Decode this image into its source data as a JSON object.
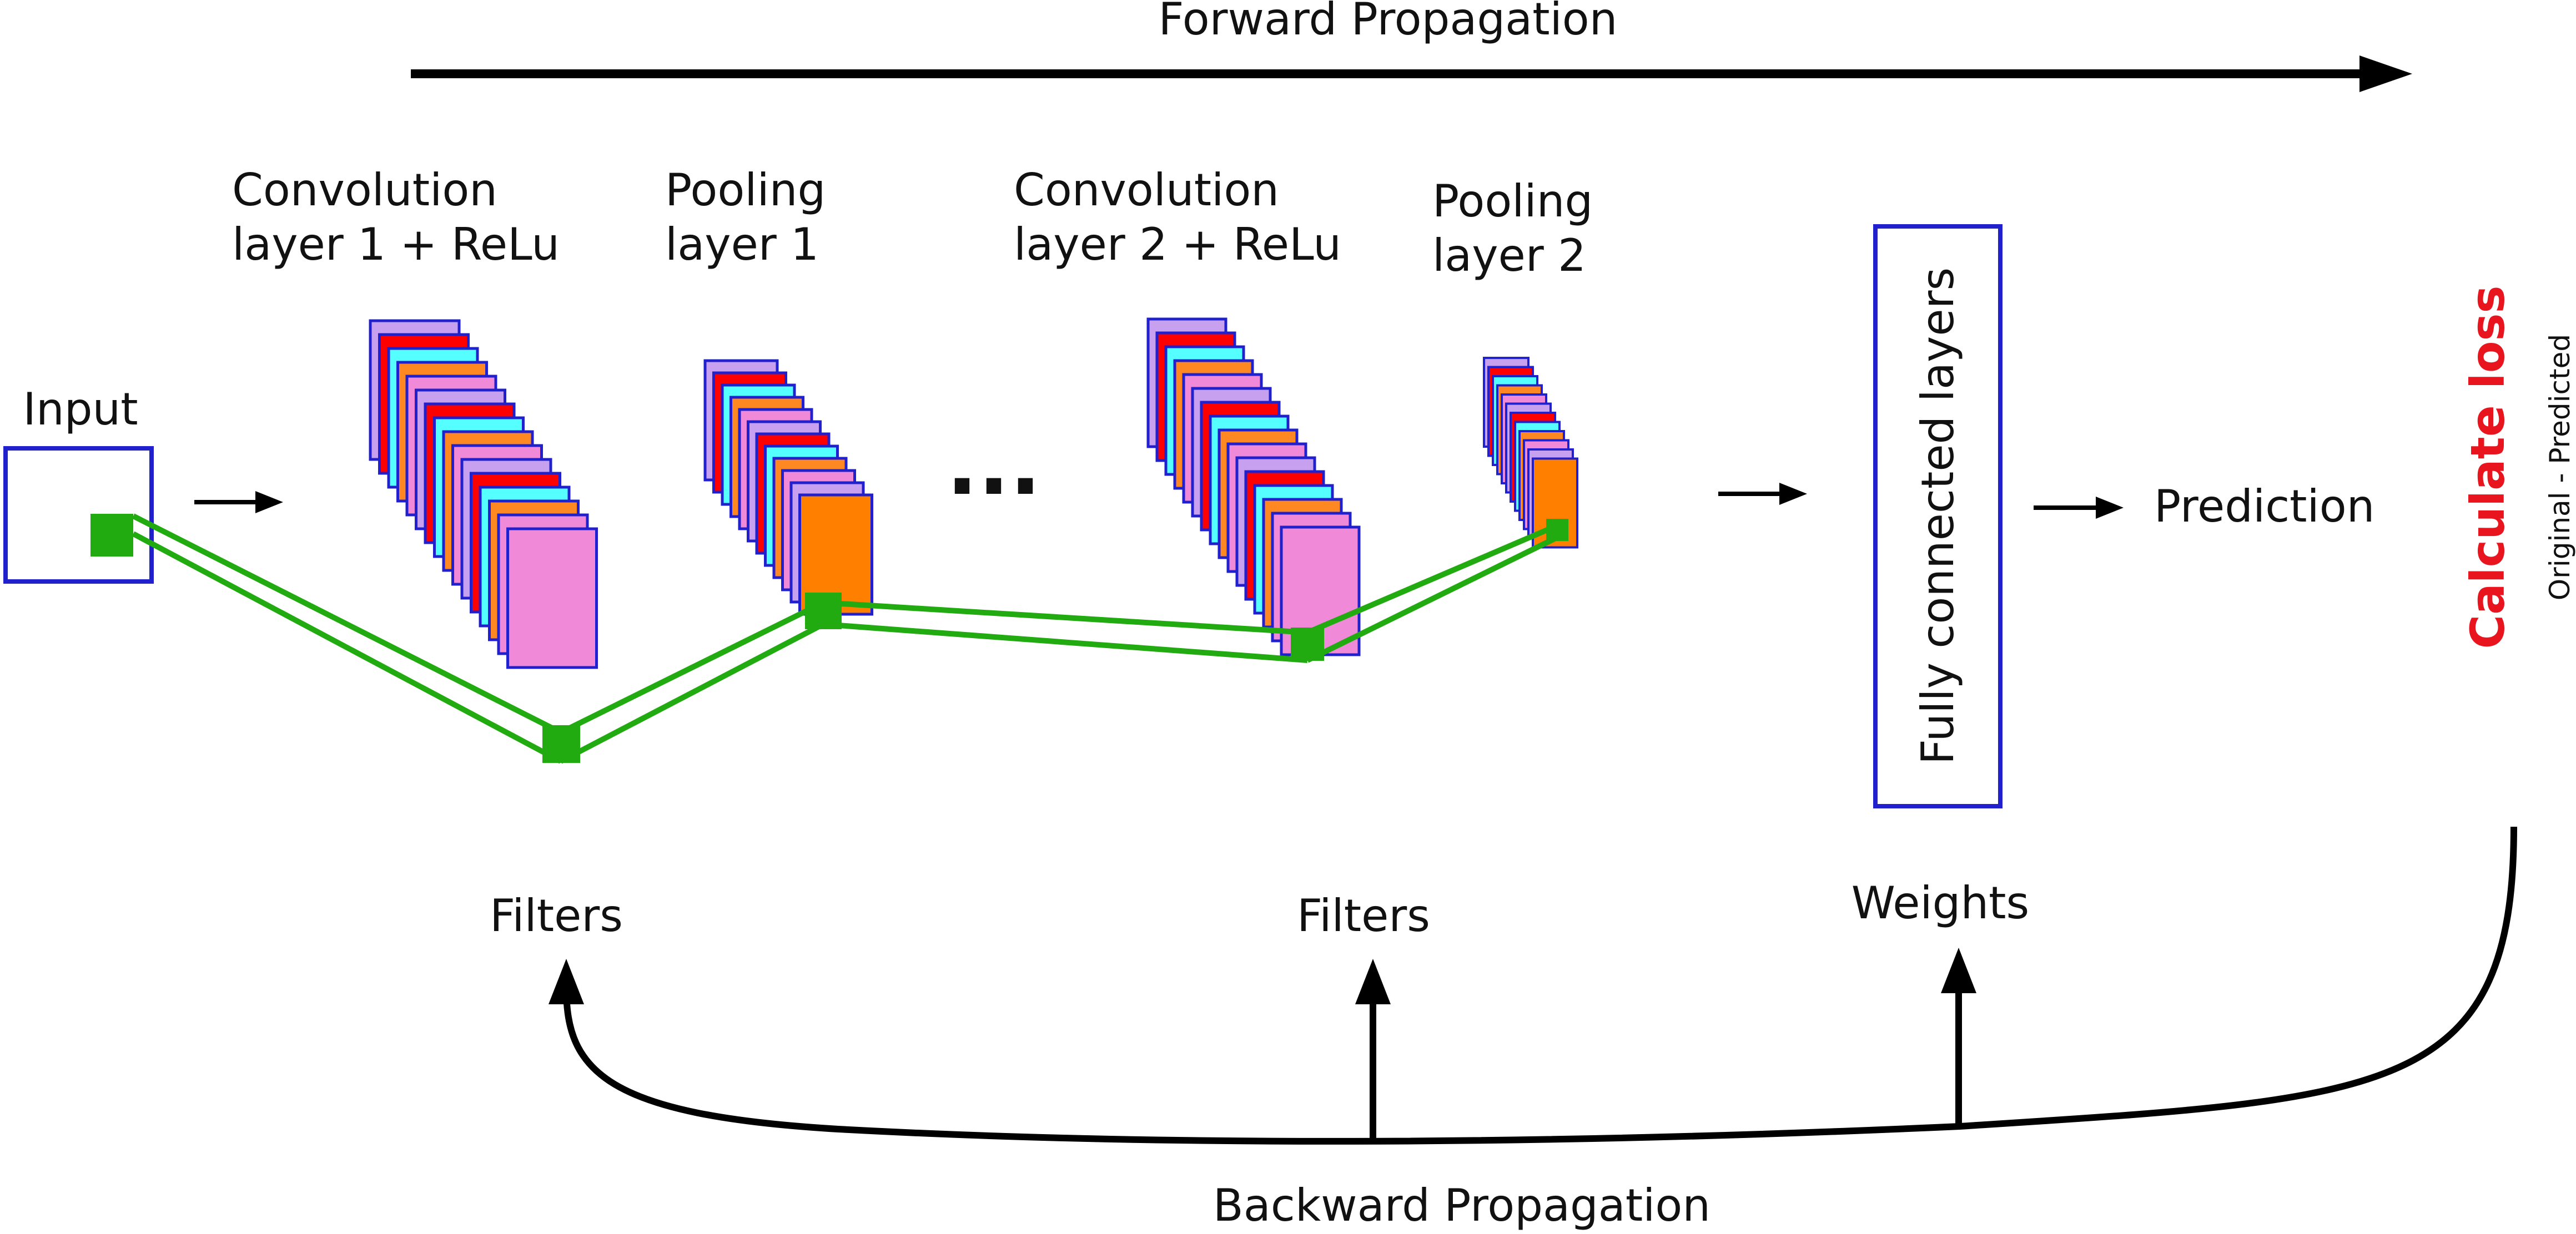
{
  "diagram": {
    "forward_label": "Forward Propagation",
    "backward_label": "Backward Propagation",
    "input_label": "Input",
    "conv1_label": [
      "Convolution",
      "layer 1 + ReLu"
    ],
    "pool1_label": [
      "Pooling",
      "layer 1"
    ],
    "ellipsis": "...",
    "conv2_label": [
      "Convolution",
      "layer 2 + ReLu"
    ],
    "pool2_label": [
      "Pooling",
      "layer 2"
    ],
    "fc_label": "Fully connected layers",
    "prediction_label": "Prediction",
    "loss_label": "Calculate loss",
    "loss_formula": "Original - Predicted",
    "filters1_label": "Filters",
    "filters2_label": "Filters",
    "weights_label": "Weights"
  },
  "colors": {
    "stroke_blue": "#2020cc",
    "connector_green": "#22aa11",
    "loss_red": "#e8141e",
    "map_palette": [
      "#c8a0f0",
      "#ff0000",
      "#55ffff",
      "#ff8822",
      "#f08ad8"
    ],
    "pool_front": "#ff8000",
    "conv_front": "#f08ad8"
  },
  "icons": [
    "right-arrow-icon",
    "up-arrow-icon",
    "curved-arrow-icon"
  ]
}
